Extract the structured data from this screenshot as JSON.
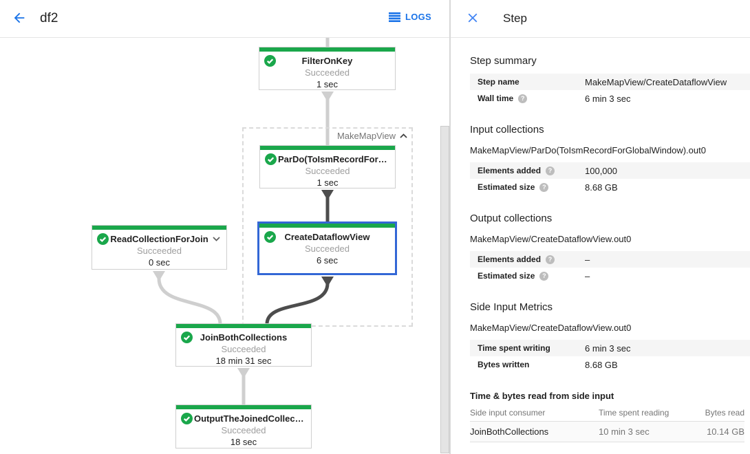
{
  "colors": {
    "accent_blue": "#1a73e8",
    "selection_blue": "#3367d6",
    "success_green": "#1aa74b",
    "status_gray": "#9e9e9e"
  },
  "topbar": {
    "title": "df2",
    "logs_label": "LOGS"
  },
  "graph": {
    "group_label": "MakeMapView",
    "nodes": [
      {
        "title": "FilterOnKey",
        "status": "Succeeded",
        "time": "1 sec"
      },
      {
        "title": "ParDo(ToIsmRecordFor…",
        "status": "Succeeded",
        "time": "1 sec"
      },
      {
        "title": "CreateDataflowView",
        "status": "Succeeded",
        "time": "6 sec"
      },
      {
        "title": "ReadCollectionForJoin",
        "status": "Succeeded",
        "time": "0 sec"
      },
      {
        "title": "JoinBothCollections",
        "status": "Succeeded",
        "time": "18 min 31 sec"
      },
      {
        "title": "OutputTheJoinedCollec…",
        "status": "Succeeded",
        "time": "18 sec"
      }
    ]
  },
  "panel": {
    "title": "Step",
    "step_summary": {
      "heading": "Step summary",
      "rows": [
        {
          "label": "Step name",
          "value": "MakeMapView/CreateDataflowView"
        },
        {
          "label": "Wall time",
          "value": "6 min 3 sec"
        }
      ]
    },
    "input_collections": {
      "heading": "Input collections",
      "collection": "MakeMapView/ParDo(ToIsmRecordForGlobalWindow).out0",
      "rows": [
        {
          "label": "Elements added",
          "value": "100,000"
        },
        {
          "label": "Estimated size",
          "value": "8.68 GB"
        }
      ]
    },
    "output_collections": {
      "heading": "Output collections",
      "collection": "MakeMapView/CreateDataflowView.out0",
      "rows": [
        {
          "label": "Elements added",
          "value": "–"
        },
        {
          "label": "Estimated size",
          "value": "–"
        }
      ]
    },
    "side_input_metrics": {
      "heading": "Side Input Metrics",
      "collection": "MakeMapView/CreateDataflowView.out0",
      "rows": [
        {
          "label": "Time spent writing",
          "value": "6 min 3 sec"
        },
        {
          "label": "Bytes written",
          "value": "8.68 GB"
        }
      ]
    },
    "side_input_table": {
      "heading": "Time & bytes read from side input",
      "columns": [
        "Side input consumer",
        "Time spent reading",
        "Bytes read"
      ],
      "rows": [
        {
          "consumer": "JoinBothCollections",
          "time": "10 min 3 sec",
          "bytes": "10.14 GB"
        }
      ]
    }
  }
}
